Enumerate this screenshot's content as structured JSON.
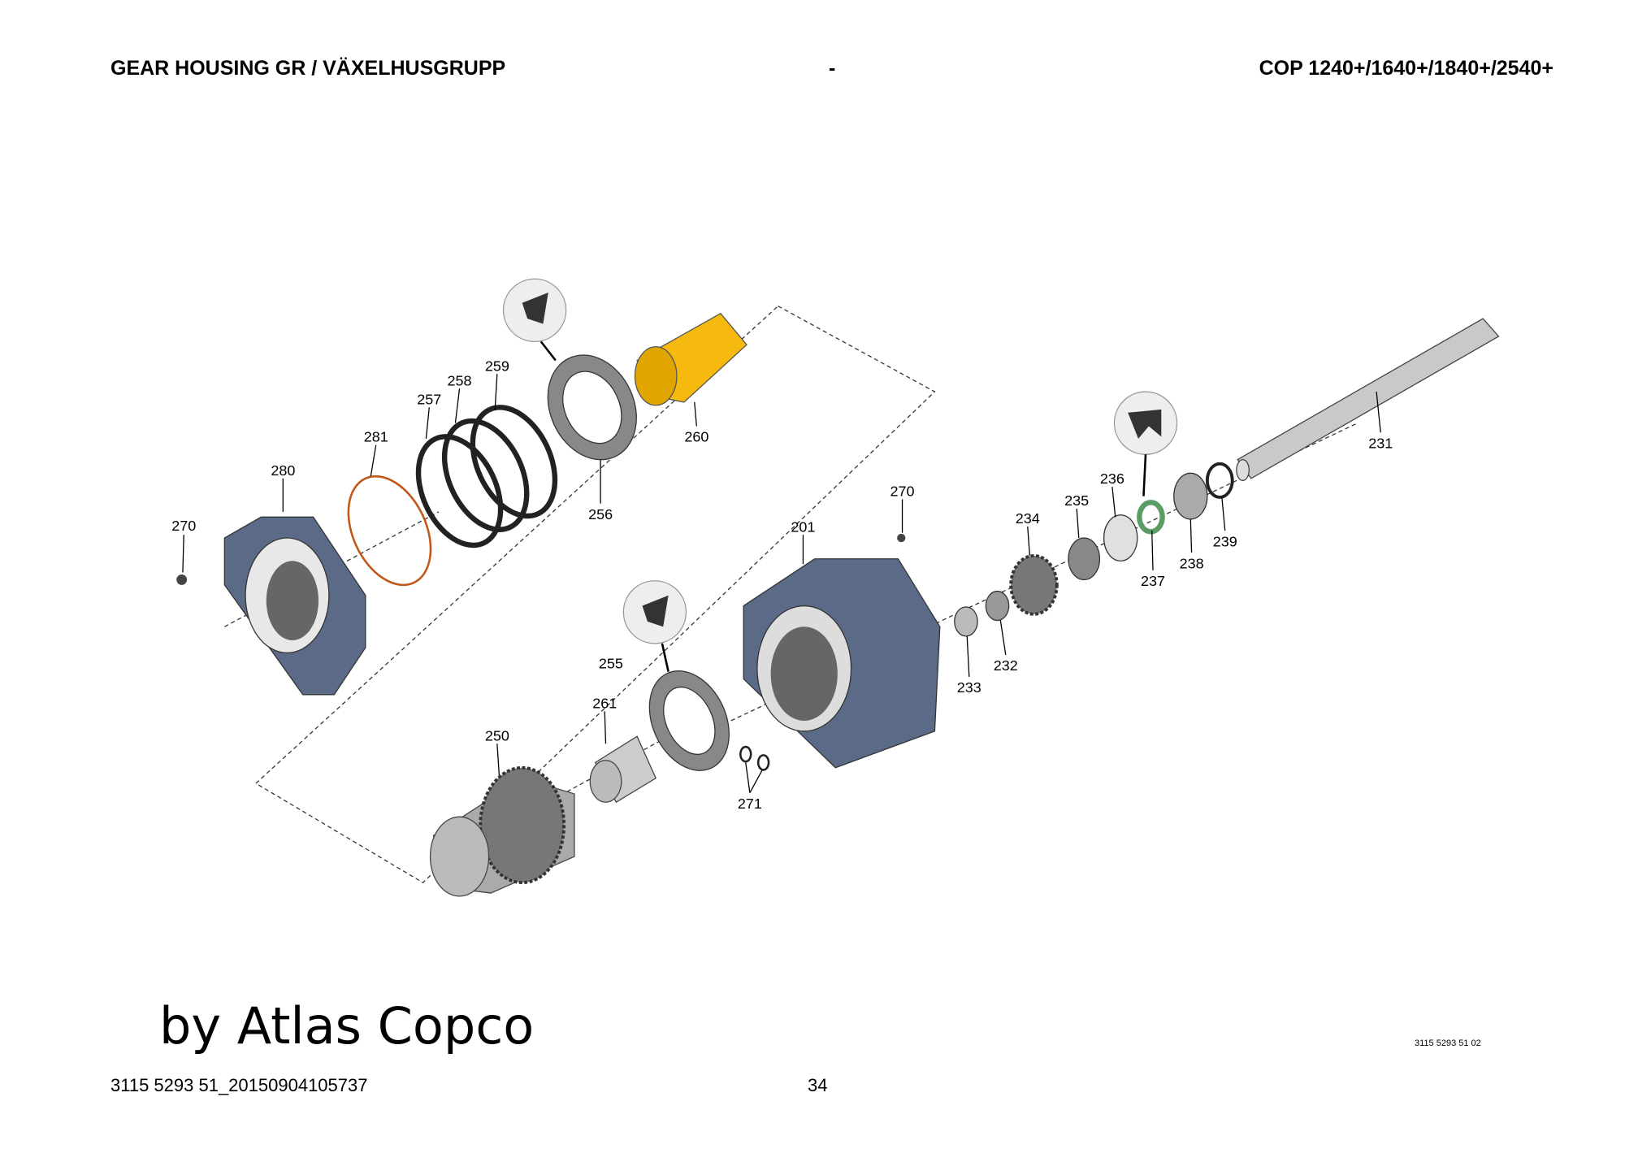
{
  "header": {
    "left": "GEAR HOUSING GR / VÄXELHUSGRUPP",
    "center": "-",
    "right": "COP 1240+/1640+/1840+/2540+"
  },
  "diagram": {
    "labels": {
      "p270a": "270",
      "p280": "280",
      "p281": "281",
      "p257": "257",
      "p258": "258",
      "p259": "259",
      "p256": "256",
      "p260": "260",
      "p270b": "270",
      "p201": "201",
      "p234": "234",
      "p235": "235",
      "p236": "236",
      "p237": "237",
      "p238": "238",
      "p239": "239",
      "p231": "231",
      "p233": "233",
      "p232": "232",
      "p255": "255",
      "p261": "261",
      "p250": "250",
      "p271": "271"
    },
    "colors": {
      "housing": "#5b6a86",
      "highlight": "#f5b90f",
      "seal": "#9fd3a8"
    }
  },
  "brand": "by Atlas Copco",
  "drawing_code": "3115 5293 51 02",
  "footer": {
    "doc_id": "3115 5293 51_20150904105737",
    "page": "34"
  }
}
